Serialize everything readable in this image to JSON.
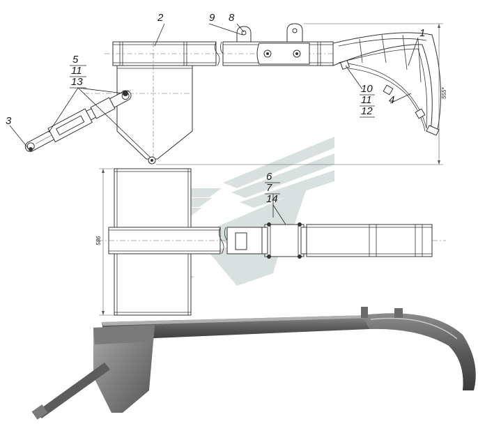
{
  "callouts": {
    "c1": "1",
    "c2": "2",
    "c3": "3",
    "c4": "4",
    "c5": "5",
    "c6": "6",
    "c7": "7",
    "c8": "8",
    "c9": "9",
    "c10": "10",
    "c11a": "11",
    "c11b": "11",
    "c12": "12",
    "c13": "13",
    "c14": "14"
  },
  "dimensions": {
    "height": "555*",
    "width": "586"
  },
  "colors": {
    "line": "#333333",
    "watermark": "#b9c7c8",
    "photo_dark": "#4a4a4a",
    "photo_light": "#9a9a9a"
  }
}
